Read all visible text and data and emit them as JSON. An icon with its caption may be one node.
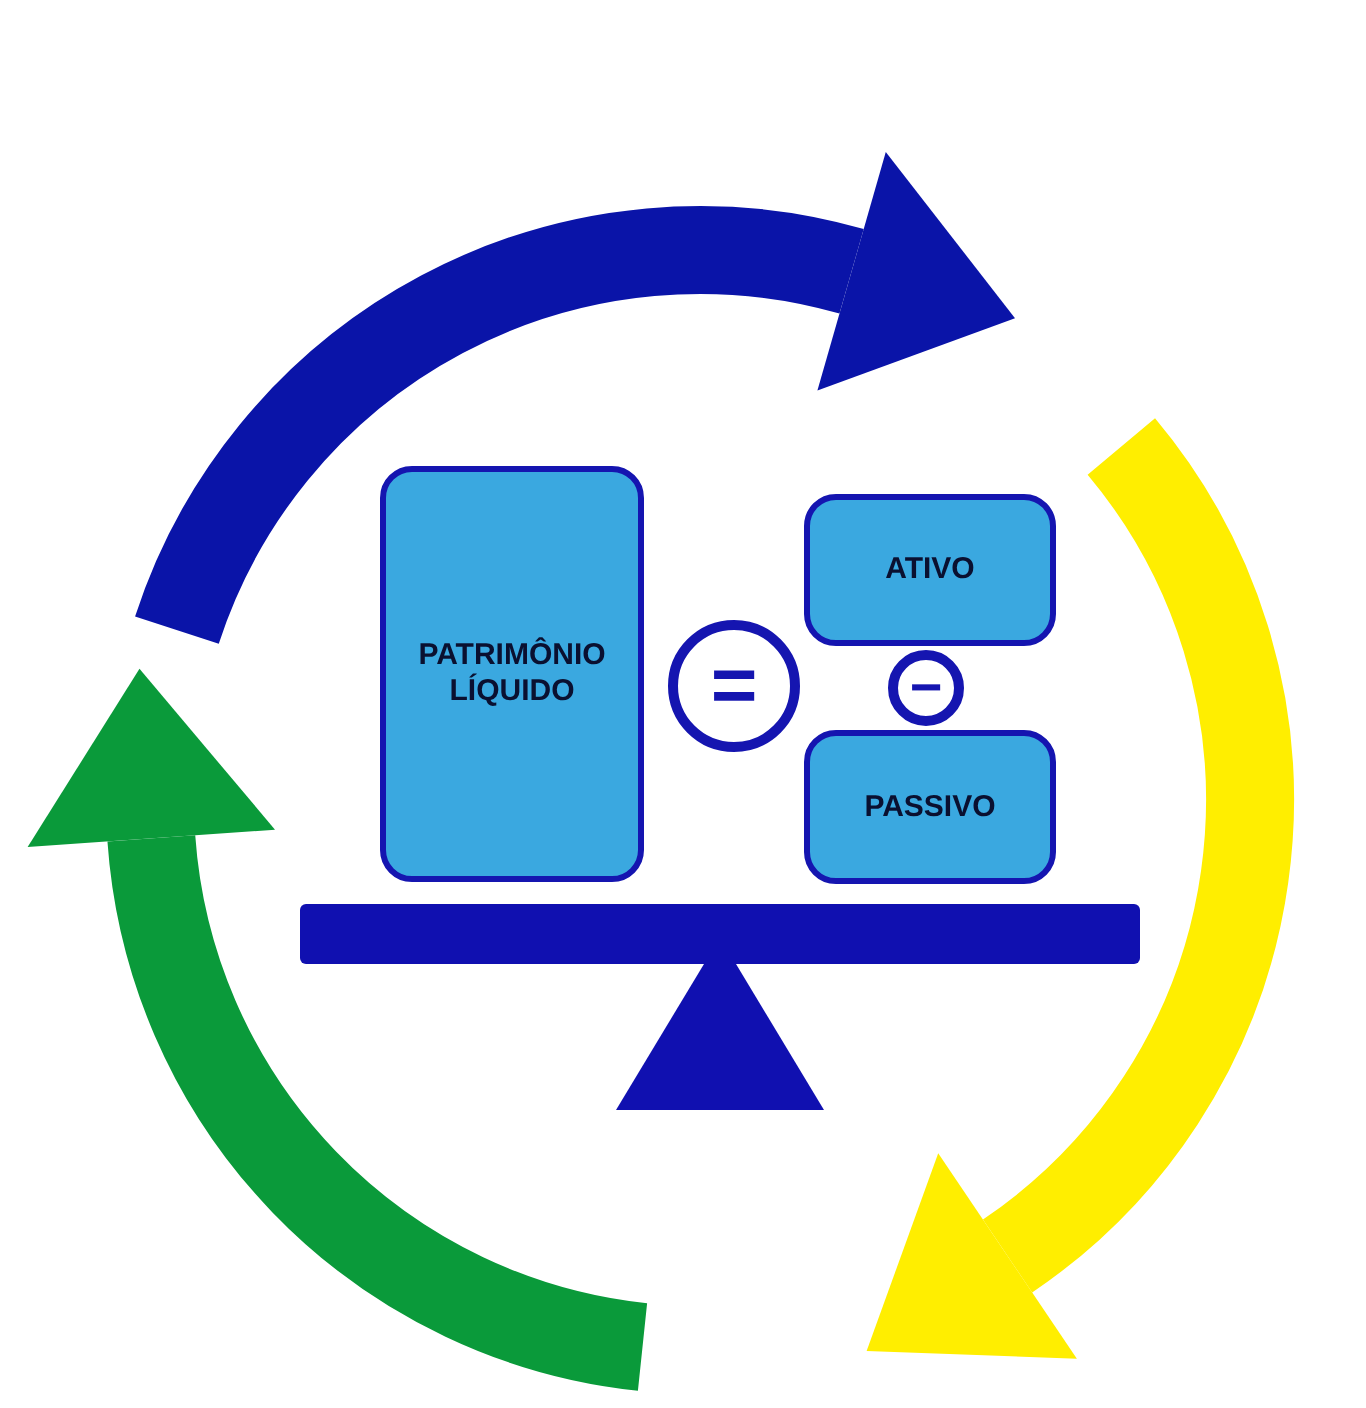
{
  "diagram": {
    "nodes": [
      {
        "text": [
          "PATRIMÔNIO LÍQUIDO"
        ]
      },
      {
        "text": [
          "="
        ]
      },
      {
        "text": [
          "ATIVO"
        ]
      },
      {
        "text": [
          "−"
        ]
      },
      {
        "text": [
          "PASSIVO"
        ]
      }
    ]
  }
}
